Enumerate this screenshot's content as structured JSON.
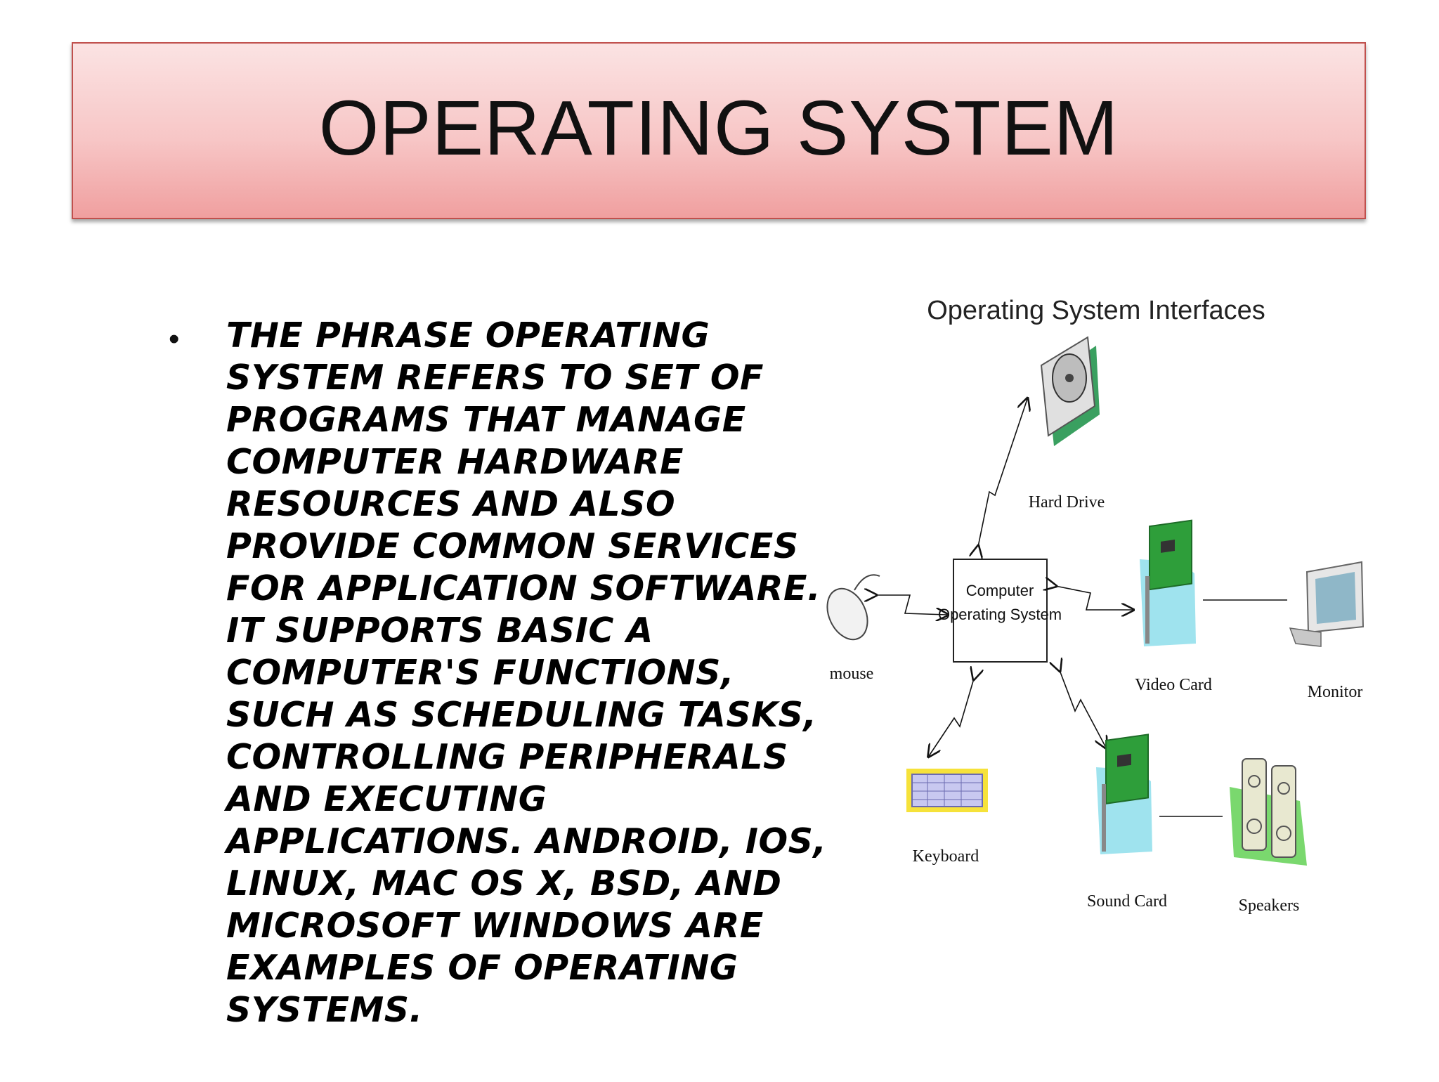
{
  "slide": {
    "title": "OPERATING SYSTEM",
    "bullet": "The phrase operating system refers to set of programs that manage computer hardware resources and also provide common services for application software. It supports basic a computer's functions, such as scheduling tasks, controlling peripherals and executing applications. Android, iOS, Linux, Mac OS X, BSD, and Microsoft Windows are examples of operating systems."
  },
  "diagram": {
    "title": "Operating System Interfaces",
    "center_line1": "Computer",
    "center_line2": "Operating System",
    "labels": {
      "hard_drive": "Hard Drive",
      "mouse": "mouse",
      "video_card": "Video Card",
      "monitor": "Monitor",
      "keyboard": "Keyboard",
      "sound_card": "Sound Card",
      "speakers": "Speakers"
    }
  },
  "colors": {
    "title_bar_top": "#fbe3e3",
    "title_bar_bottom": "#f09f9f",
    "title_border": "#c0504d",
    "card_green": "#2e9e3a",
    "card_cyan": "#9fe3ee"
  }
}
